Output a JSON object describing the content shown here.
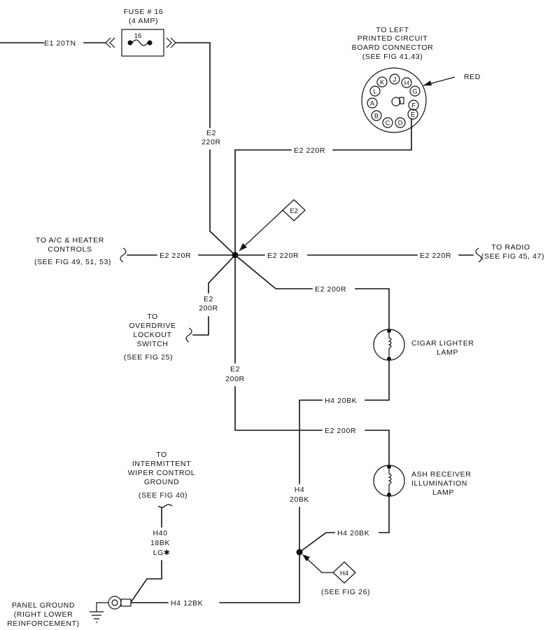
{
  "fuse": {
    "title": "FUSE # 16",
    "rating": "(4 AMP)",
    "number": "16"
  },
  "wires": {
    "e1_20tn": "E1 20TN",
    "e2_220r_vert_l1": "E2",
    "e2_220r_vert_l2": "220R",
    "e2_220r_top": "E2 220R",
    "e2_220r_left": "E2 220R",
    "e2_220r_right": "E2 220R",
    "e2_220r_radio": "E2 220R",
    "e2_200r_cigar": "E2 200R",
    "e2_200r_ovd_l1": "E2",
    "e2_200r_ovd_l2": "200R",
    "e2_200r_down_l1": "E2",
    "e2_200r_down_l2": "200R",
    "e2_200r_ash": "E2 200R",
    "h4_20bk_cigar": "H4 20BK",
    "h4_20bk_vert_l1": "H4",
    "h4_20bk_vert_l2": "20BK",
    "h4_20bk_ash": "H4 20BK",
    "h4_12bk": "H4 12BK",
    "h40_l1": "H40",
    "h40_l2": "18BK",
    "h40_l3": "LG✱"
  },
  "connector": {
    "title_l1": "TO LEFT",
    "title_l2": "PRINTED CIRCUIT",
    "title_l3": "BOARD CONNECTOR",
    "title_l4": "(SEE FIG 41,43)",
    "color_label": "RED",
    "pins": [
      "J",
      "H",
      "K",
      "G",
      "L",
      "A",
      "F",
      "B",
      "C",
      "D",
      "E"
    ]
  },
  "splice_tag": "E2",
  "ground_tag": "H4",
  "labels": {
    "ac_l1": "TO A/C & HEATER",
    "ac_l2": "CONTROLS",
    "ac_l3": "(SEE FIG 49, 51, 53)",
    "radio_l1": "TO RADIO",
    "radio_l2": "(SEE FIG 45, 47)",
    "ovd_l1": "TO",
    "ovd_l2": "OVERDRIVE",
    "ovd_l3": "LOCKOUT",
    "ovd_l4": "SWITCH",
    "ovd_l5": "(SEE FIG 25)",
    "cigar_l1": "CIGAR LIGHTER",
    "cigar_l2": "LAMP",
    "ash_l1": "ASH RECEIVER",
    "ash_l2": "ILLUMINATION",
    "ash_l3": "LAMP",
    "wiper_l1": "TO",
    "wiper_l2": "INTERMITTENT",
    "wiper_l3": "WIPER CONTROL",
    "wiper_l4": "GROUND",
    "wiper_l5": "(SEE FIG 40)",
    "fig26": "(SEE FIG 26)",
    "panel_l1": "PANEL GROUND",
    "panel_l2": "(RIGHT LOWER",
    "panel_l3": "REINFORCEMENT)"
  }
}
